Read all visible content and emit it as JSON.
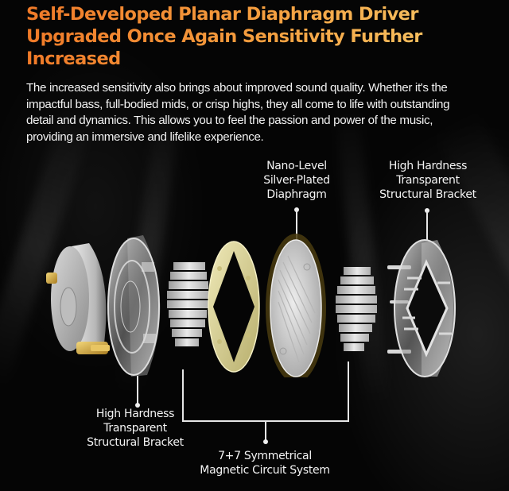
{
  "title": {
    "lines": [
      "Self-Developed Planar Diaphragm Driver",
      "Upgraded Once Again Sensitivity Further",
      "Increased"
    ],
    "gradient_colors": [
      "#f07a28",
      "#f5a040",
      "#f7c868"
    ]
  },
  "intro": {
    "lines": [
      "The increased sensitivity also brings about improved sound quality. Whether it's the",
      "impactful bass, full-bodied mids, or crisp highs, they all come to life with outstanding",
      "detail and dynamics. This allows you to feel the passion and power of the music,",
      "providing an immersive and lifelike experience."
    ]
  },
  "callouts": {
    "diaphragm": {
      "lines": [
        "Nano-Level",
        "Silver-Plated",
        "Diaphragm"
      ]
    },
    "bracket_rear": {
      "lines": [
        "High Hardness",
        "Transparent",
        "Structural Bracket"
      ]
    },
    "bracket_front": {
      "lines": [
        "High Hardness",
        "Transparent",
        "Structural Bracket"
      ]
    },
    "magnetic": {
      "lines": [
        "7+7 Symmetrical",
        "Magnetic Circuit System"
      ]
    }
  },
  "components": [
    {
      "name": "rear-shell-cylinder",
      "material": "brushed aluminum with gold connectors"
    },
    {
      "name": "transparent-structural-bracket-front",
      "material": "clear acrylic"
    },
    {
      "name": "magnet-array-left",
      "material": "aluminum fins"
    },
    {
      "name": "diamond-gasket-ring",
      "material": "pale yellow translucent"
    },
    {
      "name": "silver-plated-diaphragm",
      "material": "silver with gold rim"
    },
    {
      "name": "magnet-array-right",
      "material": "aluminum fins"
    },
    {
      "name": "transparent-structural-bracket-rear",
      "material": "clear acrylic with pins"
    }
  ],
  "colors": {
    "background": "#050505",
    "text": "#f2f2f2",
    "leader_lines": "#e6e6e6",
    "gold": "#d6b24a",
    "ring_yellow": "#d9d39a",
    "silver": "#c9c9c9"
  }
}
